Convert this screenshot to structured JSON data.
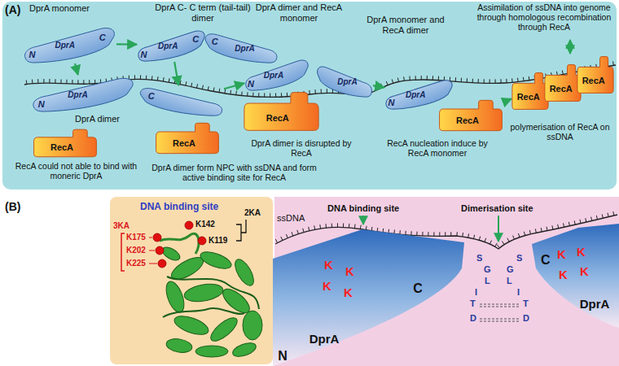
{
  "diagram": {
    "nodes": [
      {
        "text": [
          "DprA",
          "N",
          "C"
        ]
      },
      {
        "text": [
          "DprA",
          "N",
          "C"
        ]
      },
      {
        "text": [
          "C",
          "DprA"
        ]
      },
      {
        "text": [
          "DprA",
          "N"
        ]
      },
      {
        "text": [
          "C"
        ]
      },
      {
        "text": [
          "RecA"
        ]
      },
      {
        "text": [
          "RecA"
        ]
      },
      {
        "text": [
          "DprA",
          "N"
        ]
      },
      {
        "text": [
          "RecA"
        ]
      },
      {
        "text": [
          "DprA"
        ]
      },
      {
        "text": [
          "DprA",
          "N"
        ]
      },
      {
        "text": [
          "RecA"
        ]
      },
      {
        "text": [
          "RecA"
        ]
      },
      {
        "text": [
          "RecA"
        ]
      },
      {
        "text": [
          "RecA"
        ]
      },
      {
        "text": [
          "DprA",
          "N",
          "C"
        ]
      },
      {
        "text": [
          "DprA",
          "C"
        ]
      }
    ],
    "edges": [
      {
        "from": 0,
        "to": 1,
        "arrow": "to"
      },
      {
        "from": 0,
        "to": 3,
        "arrow": "to"
      },
      {
        "from": 1,
        "to": 4,
        "arrow": "to"
      },
      {
        "from": 4,
        "to": 7,
        "arrow": "to"
      },
      {
        "from": 9,
        "to": 10,
        "arrow": "to"
      },
      {
        "from": 11,
        "to": 12,
        "arrow": "to"
      }
    ],
    "labels": [
      "(A)",
      "DprA monomer",
      "DprA C- C term (tail-tail) dimer",
      "DprA dimer and RecA monomer",
      "DprA monomer and RecA dimer",
      "Assimilation of ssDNA into genome through homologous recombination through RecA",
      "DprA dimer",
      "RecA could not able to bind with moneric DprA",
      "DprA dimer form NPC with ssDNA and form active binding site for RecA",
      "DprA dimer is disrupted by RecA",
      "RecA nucleation induce by RecA monomer",
      "polymerisation of RecA on ssDNA",
      "(B)",
      "DNA binding site",
      "3KA",
      "K175",
      "K202",
      "K225",
      "K142",
      "2KA",
      "K119",
      "DNA binding site",
      "Dimerisation site",
      "ssDNA",
      "K",
      "K",
      "K",
      "K",
      "K",
      "K",
      "K",
      "K",
      "S",
      "S",
      "G",
      "G",
      "L",
      "L",
      "I",
      "I",
      "T",
      "T",
      "D",
      "D"
    ]
  }
}
